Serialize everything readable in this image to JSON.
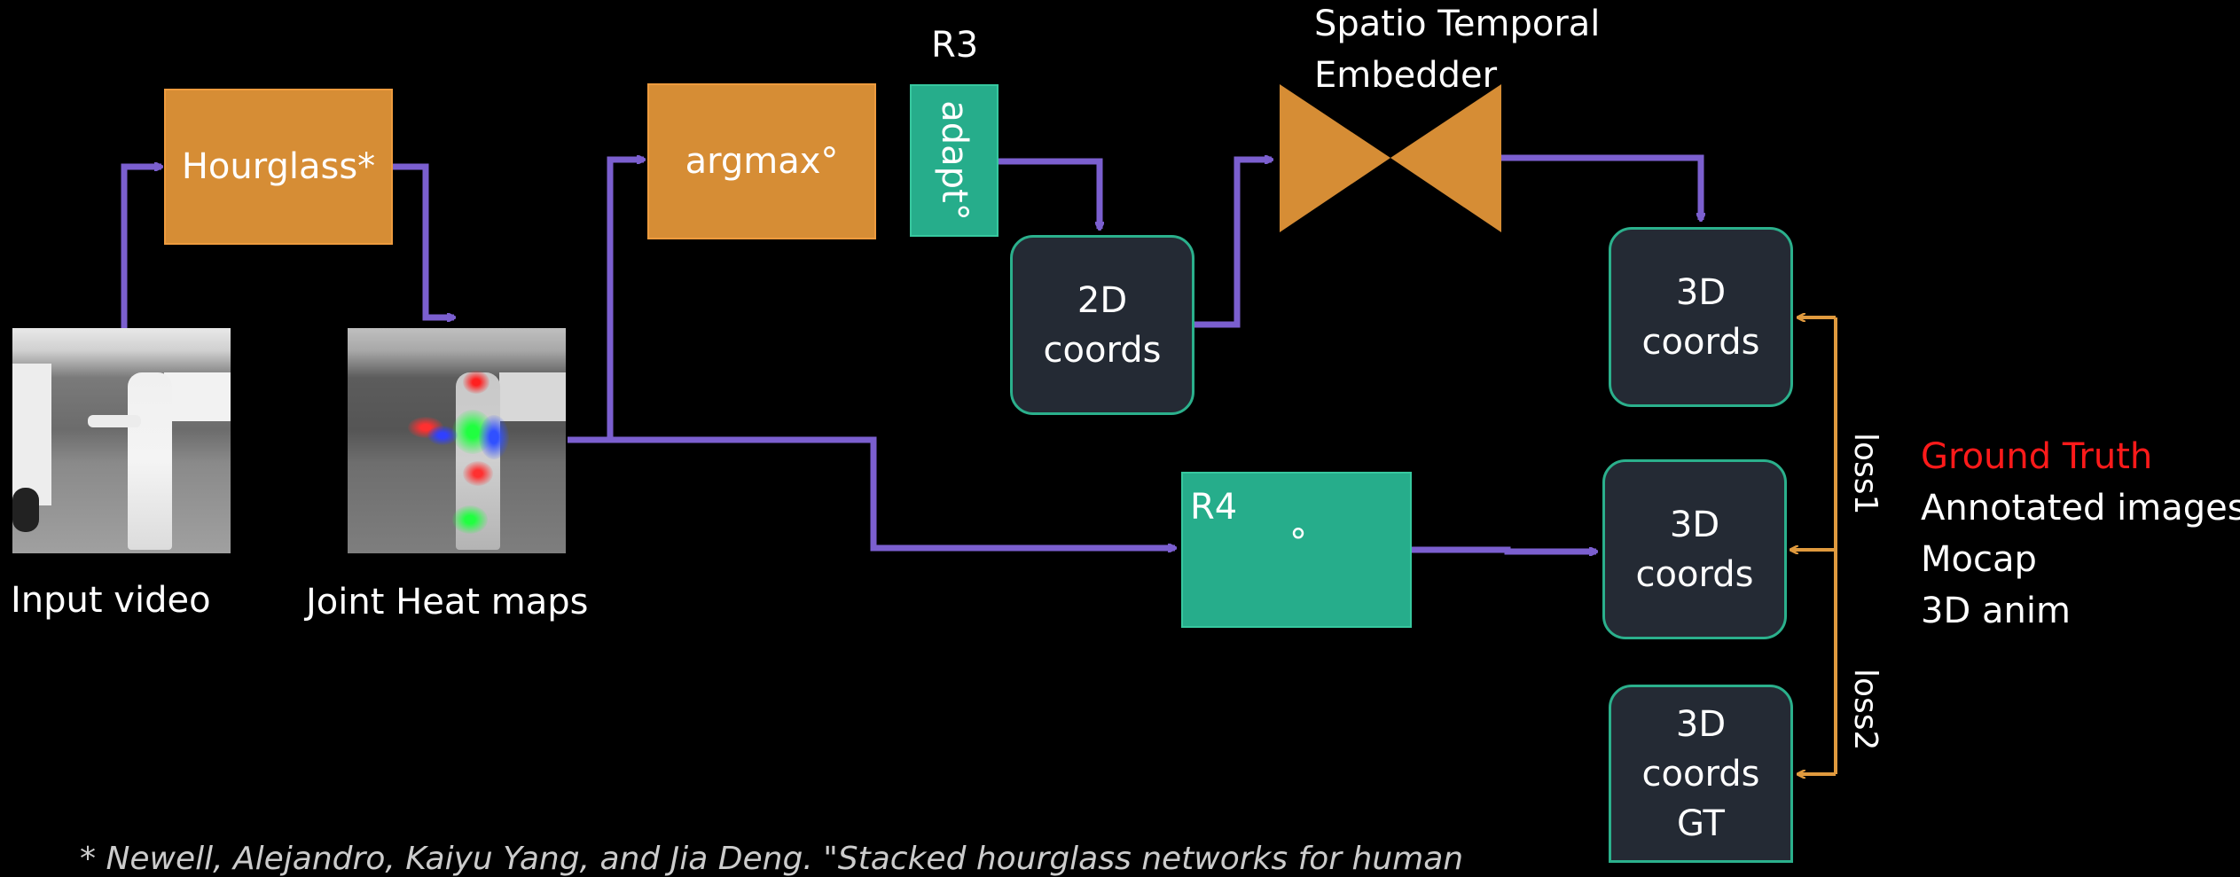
{
  "nodes": {
    "hourglass": "Hourglass*",
    "argmax": "argmax°",
    "adapt": "adapt°",
    "coords2d_l1": "2D",
    "coords2d_l2": "coords",
    "r4_label": "R4",
    "r4_symbol": "°",
    "coords3d_l1": "3D",
    "coords3d_l2": "coords",
    "gt_l3": "GT"
  },
  "labels": {
    "r3": "R3",
    "embedder_l1": "Spatio Temporal",
    "embedder_l2": "Embedder",
    "input_video": "Input video",
    "joint_heat_maps": "Joint Heat maps",
    "loss1": "loss1",
    "loss2": "loss2"
  },
  "ground_truth": {
    "title": "Ground Truth",
    "items": [
      "Annotated images",
      "Mocap",
      "3D anim"
    ]
  },
  "footnote": "* Newell, Alejandro, Kaiyu Yang, and Jia Deng. \"Stacked hourglass networks for human",
  "colors": {
    "arrow": "#7b5fcf",
    "loss_arrow": "#e09a3e",
    "orange": "#d68d35",
    "green": "#26ad8b",
    "navy": "#242a34",
    "ground_truth": "#ff1a1a"
  }
}
